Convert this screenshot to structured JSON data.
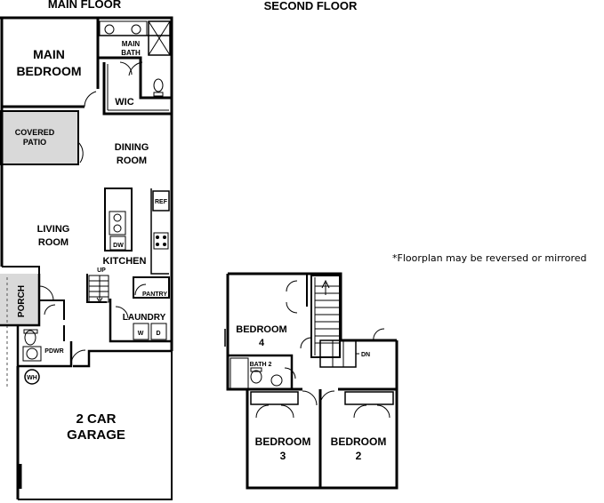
{
  "headings": {
    "main_floor": "MAIN FLOOR",
    "second_floor": "SECOND FLOOR"
  },
  "note": "*Floorplan may be reversed or mirrored",
  "main_floor": {
    "main_bedroom": [
      "MAIN",
      "BEDROOM"
    ],
    "main_bath": [
      "MAIN",
      "BATH"
    ],
    "wic": "WIC",
    "covered_patio": [
      "COVERED",
      "PATIO"
    ],
    "dining_room": [
      "DINING",
      "ROOM"
    ],
    "living_room": [
      "LIVING",
      "ROOM"
    ],
    "kitchen": "KITCHEN",
    "ref": "REF",
    "dw": "DW",
    "up": "UP",
    "pantry": "PANTRY",
    "laundry": "LAUNDRY",
    "washer": "W",
    "dryer": "D",
    "porch": "PORCH",
    "pdwr": "PDWR",
    "wh": "WH",
    "garage": [
      "2 CAR",
      "GARAGE"
    ]
  },
  "second_floor": {
    "bedroom4": [
      "BEDROOM",
      "4"
    ],
    "bath2": "BATH 2",
    "dn": "DN",
    "bedroom3": [
      "BEDROOM",
      "3"
    ],
    "bedroom2": [
      "BEDROOM",
      "2"
    ]
  },
  "colors": {
    "wall": "#000000",
    "patio_fill": "#d9d9d9",
    "porch_fill": "#d9d9d9"
  }
}
